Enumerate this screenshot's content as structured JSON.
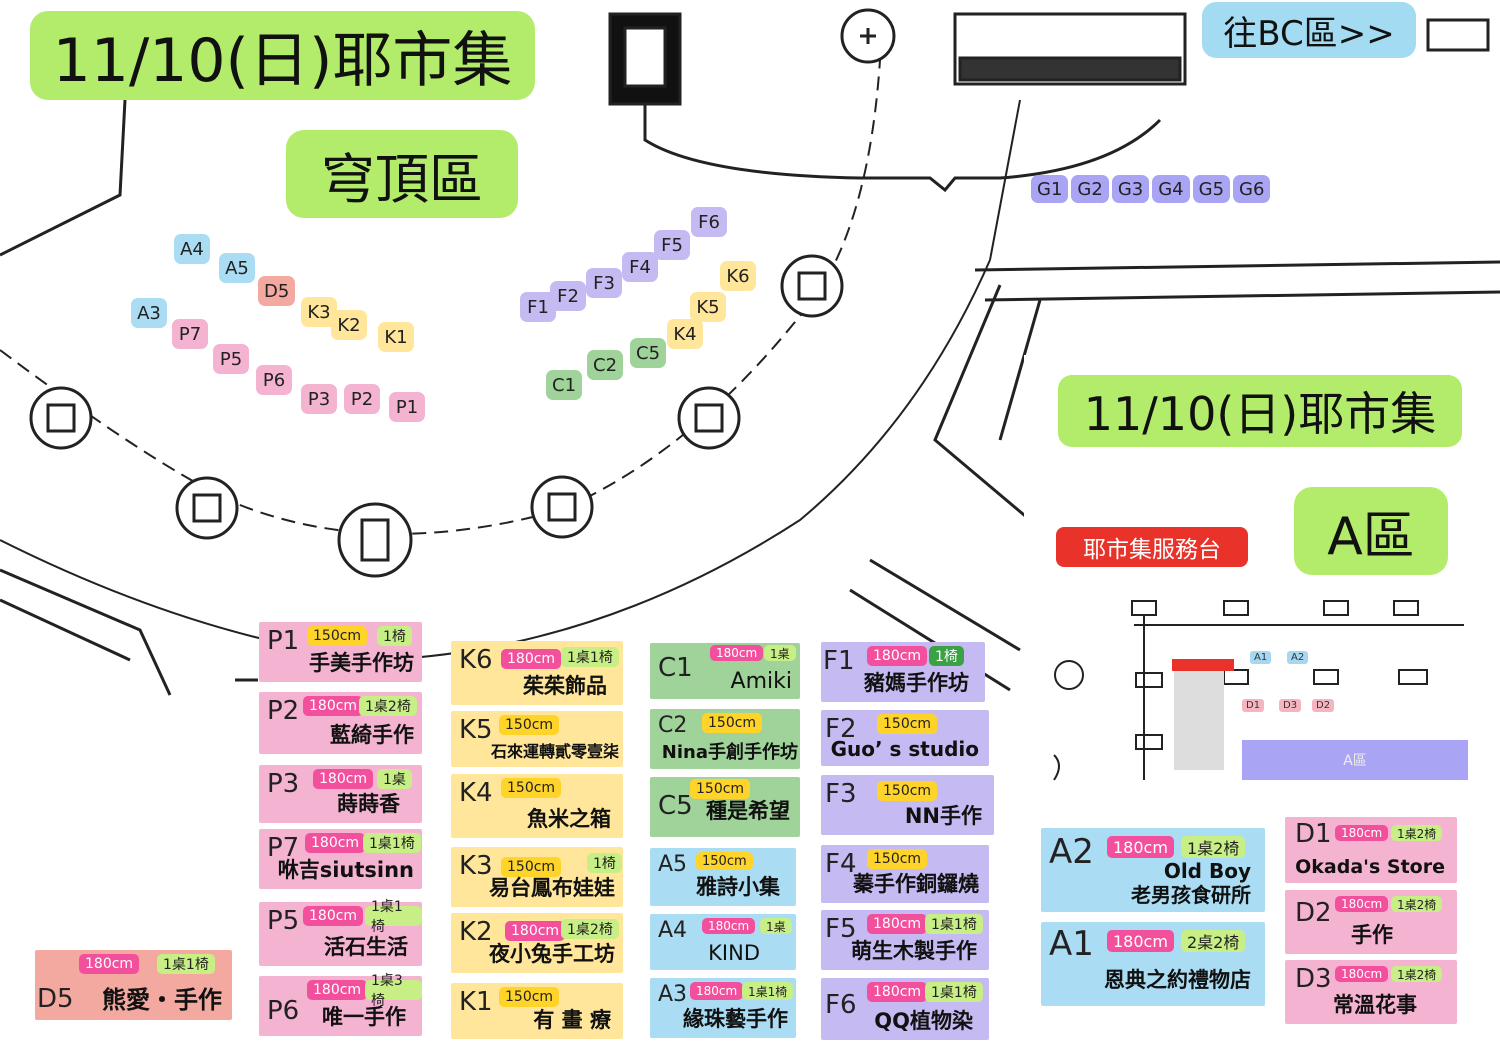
{
  "header": {
    "title": "11/10(日)耶市集",
    "zone_label": "穹頂區",
    "nav_bc": "往BC區>>"
  },
  "map_tags": {
    "a": [
      "A4",
      "A5",
      "A3"
    ],
    "d": [
      "D5"
    ],
    "k_left": [
      "K3",
      "K2",
      "K1"
    ],
    "p": [
      "P7",
      "P5",
      "P6",
      "P3",
      "P2",
      "P1"
    ],
    "f": [
      "F6",
      "F5",
      "F4",
      "F3",
      "F2",
      "F1"
    ],
    "k_right": [
      "K6",
      "K5",
      "K4"
    ],
    "c": [
      "C5",
      "C2",
      "C1"
    ],
    "g": [
      "G1",
      "G2",
      "G3",
      "G4",
      "G5",
      "G6"
    ]
  },
  "inset": {
    "title": "11/10(日)耶市集",
    "service_desk": "耶市集服務台",
    "zone": "A區",
    "mini_labels": [
      "A1",
      "A2",
      "D1",
      "D3",
      "D2"
    ],
    "mini_service": "耶市集服務台",
    "mini_zone": "A區"
  },
  "vendors": {
    "p1": {
      "code": "P1",
      "size": "150cm",
      "furniture": "1椅",
      "name": "手美手作坊"
    },
    "p2": {
      "code": "P2",
      "size": "180cm",
      "furniture": "1桌2椅",
      "name": "藍綺手作"
    },
    "p3": {
      "code": "P3",
      "size": "180cm",
      "furniture": "1桌",
      "name": "蒔蒔香"
    },
    "p7": {
      "code": "P7",
      "size": "180cm",
      "furniture": "1桌1椅",
      "name": "咻吉siutsinn"
    },
    "p5": {
      "code": "P5",
      "size": "180cm",
      "furniture": "1桌1椅",
      "name": "活石生活"
    },
    "p6": {
      "code": "P6",
      "size": "180cm",
      "furniture": "1桌3椅",
      "name": "唯一手作"
    },
    "d5": {
      "code": "D5",
      "size": "180cm",
      "furniture": "1桌1椅",
      "name": "熊愛・手作"
    },
    "k6": {
      "code": "K6",
      "size": "180cm",
      "furniture": "1桌1椅",
      "name": "茱茱飾品"
    },
    "k5": {
      "code": "K5",
      "size": "150cm",
      "furniture": "",
      "name": "石來運轉貳零壹柒"
    },
    "k4": {
      "code": "K4",
      "size": "150cm",
      "furniture": "",
      "name": "魚米之箱"
    },
    "k3": {
      "code": "K3",
      "size": "150cm",
      "furniture": "1椅",
      "name": "易台鳳布娃娃"
    },
    "k2": {
      "code": "K2",
      "size": "180cm",
      "furniture": "1桌2椅",
      "name": "夜小兔手工坊"
    },
    "k1": {
      "code": "K1",
      "size": "150cm",
      "furniture": "",
      "name": "有 畫 療"
    },
    "c1": {
      "code": "C1",
      "size": "180cm",
      "furniture": "1桌",
      "name": "Amiki"
    },
    "c2": {
      "code": "C2",
      "size": "150cm",
      "furniture": "",
      "name": "Nina手創手作坊"
    },
    "c5": {
      "code": "C5",
      "size": "150cm",
      "furniture": "",
      "name": "種是希望"
    },
    "a5": {
      "code": "A5",
      "size": "150cm",
      "furniture": "",
      "name": "雅詩小集"
    },
    "a4": {
      "code": "A4",
      "size": "180cm",
      "furniture": "1桌",
      "name": "KIND"
    },
    "a3": {
      "code": "A3",
      "size": "180cm",
      "furniture": "1桌1椅",
      "name": "緣珠藝手作"
    },
    "f1": {
      "code": "F1",
      "size": "180cm",
      "furniture": "1椅",
      "name": "豬媽手作坊"
    },
    "f2": {
      "code": "F2",
      "size": "150cm",
      "furniture": "",
      "name": "Guo’ s studio"
    },
    "f3": {
      "code": "F3",
      "size": "150cm",
      "furniture": "",
      "name": "NN手作"
    },
    "f4": {
      "code": "F4",
      "size": "150cm",
      "furniture": "",
      "name": "蓁手作銅鑼燒"
    },
    "f5": {
      "code": "F5",
      "size": "180cm",
      "furniture": "1桌1椅",
      "name": "萌生木製手作"
    },
    "f6": {
      "code": "F6",
      "size": "180cm",
      "furniture": "1桌1椅",
      "name": "QQ植物染"
    },
    "a2": {
      "code": "A2",
      "size": "180cm",
      "furniture": "1桌2椅",
      "name": "Old Boy\n老男孩食研所"
    },
    "a1": {
      "code": "A1",
      "size": "180cm",
      "furniture": "2桌2椅",
      "name": "恩典之約禮物店"
    },
    "d1": {
      "code": "D1",
      "size": "180cm",
      "furniture": "1桌2椅",
      "name": "Okada's Store"
    },
    "d2": {
      "code": "D2",
      "size": "180cm",
      "furniture": "1桌2椅",
      "name": "手作"
    },
    "d3": {
      "code": "D3",
      "size": "180cm",
      "furniture": "1桌2椅",
      "name": "常溫花事"
    }
  }
}
